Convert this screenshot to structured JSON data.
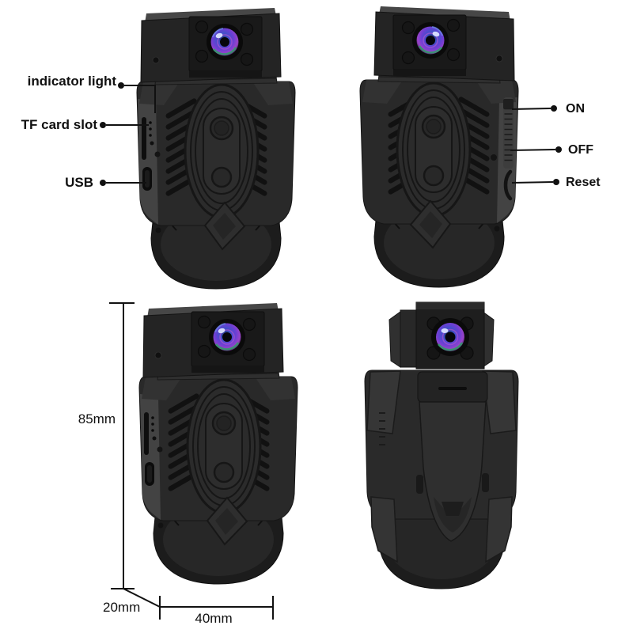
{
  "callouts": {
    "left": [
      {
        "id": "indicator-light",
        "label": "indicator light"
      },
      {
        "id": "tf-card-slot",
        "label": "TF card slot"
      },
      {
        "id": "usb",
        "label": "USB"
      }
    ],
    "right": [
      {
        "id": "on",
        "label": "ON"
      },
      {
        "id": "off",
        "label": "OFF"
      },
      {
        "id": "reset",
        "label": "Reset"
      }
    ]
  },
  "dimensions": {
    "height": "85mm",
    "depth": "20mm",
    "width": "40mm"
  },
  "colors": {
    "background": "#ffffff",
    "camera_body": "#292929",
    "camera_side": "#434343",
    "annotation_line": "#111111",
    "lens_blue": "#3f51c9",
    "lens_purple": "#9a43c8",
    "lens_green": "#2e9e66"
  }
}
